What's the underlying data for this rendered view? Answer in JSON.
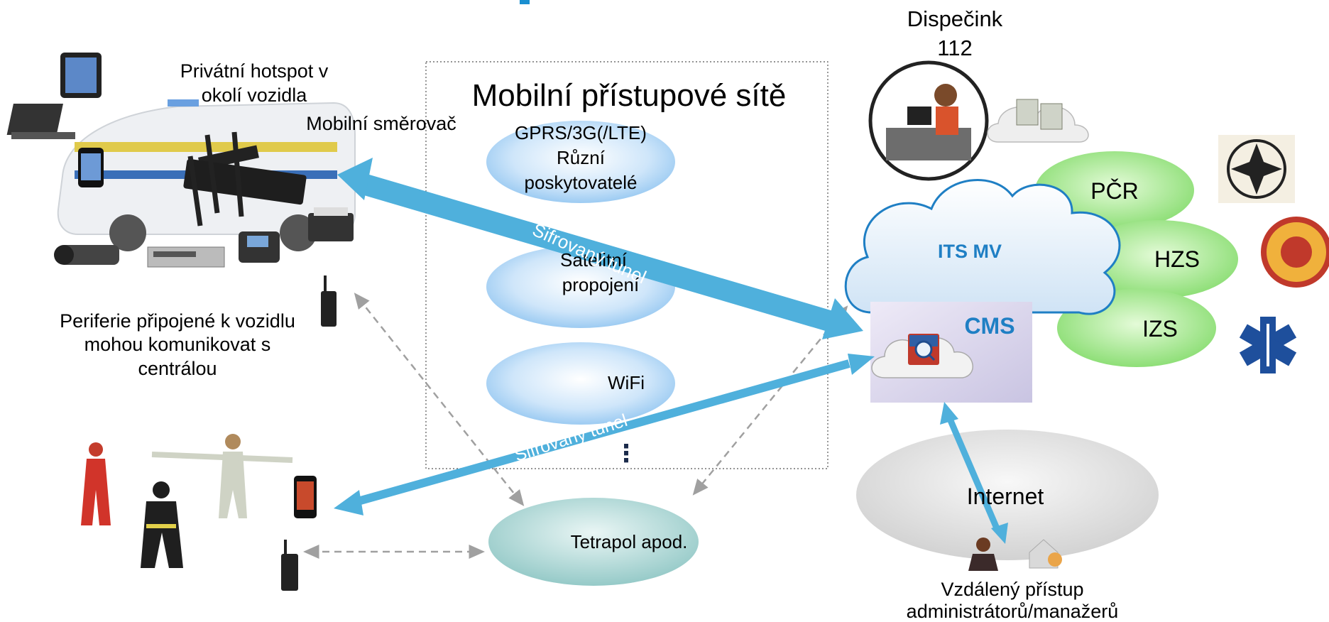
{
  "labels": {
    "dispatch": "Dispečink",
    "dispatch_num": "112",
    "hotspot_1": "Privátní hotspot v",
    "hotspot_2": "okolí vozidla",
    "router": "Mobilní směrovač",
    "peripherals_1": "Periferie připojené k vozidlu",
    "peripherals_2": "mohou komunikovat s",
    "peripherals_3": "centrálou",
    "access_networks_title": "Mobilní přístupové sítě",
    "gprs_1": "GPRS/3G(/LTE)",
    "gprs_2": "Různí",
    "gprs_3": "poskytovatelé",
    "satellite_1": "Satelitní",
    "satellite_2": "propojení",
    "wifi": "WiFi",
    "dots": "⋮",
    "tetrapol": "Tetrapol apod.",
    "its": "ITS MV",
    "cms": "CMS",
    "pcr": "PČR",
    "hzs": "HZS",
    "izs": "IZS",
    "internet": "Internet",
    "remote_1": "Vzdálený přístup",
    "remote_2": "administrátorů/manažerů",
    "tunnel_upper": "Šifrovaný tunel",
    "tunnel_lower": "Šifrovaný tunel"
  },
  "icons": [
    "tablet-icon",
    "laptop-icon",
    "phone-icon",
    "camera-icon",
    "rack-device-icon",
    "desk-phone-icon",
    "printer-icon",
    "radio-icon",
    "police-van-icon",
    "router-icon",
    "operator-icon",
    "server-icon",
    "cloud-icon",
    "firewall-icon",
    "police-badge-icon",
    "fire-badge-icon",
    "star-of-life-icon",
    "person-icon",
    "house-icon"
  ],
  "colors": {
    "title_accent": "#1a8fd0",
    "tunnel_arrow": "#4fb0dc",
    "its_text": "#1f7fc4",
    "green_ellipse": "#8ee07a",
    "blue_ellipse": "#a9d3f5",
    "teal_ellipse": "#9ccfcf",
    "grey_ellipse": "#d8d8d8",
    "dashed_arrow": "#a0a0a0"
  }
}
